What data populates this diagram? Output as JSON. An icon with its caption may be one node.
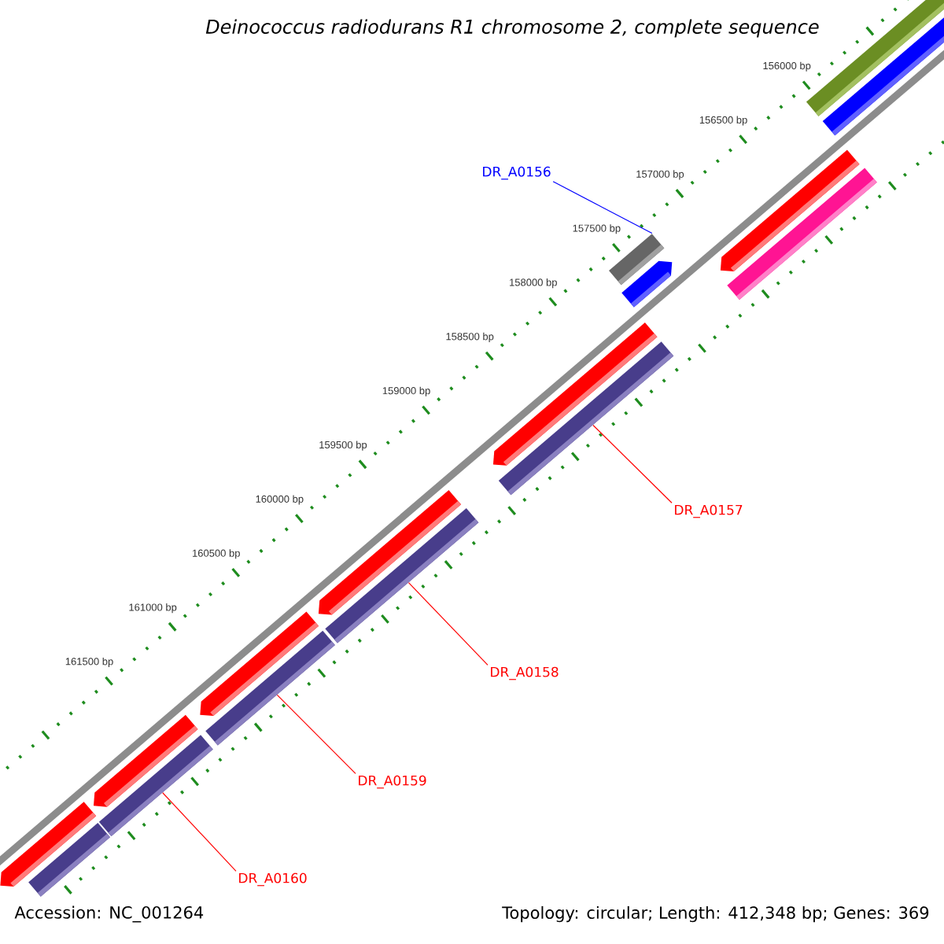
{
  "diagram": {
    "title": "Deinococcus radiodurans R1 chromosome 2, complete sequence",
    "nodes": [
      {
        "text": [
          "DR_A0156"
        ]
      },
      {
        "text": [],
        "shape": "bar"
      },
      {
        "text": [
          "DR_A0157"
        ]
      },
      {
        "text": [],
        "shape": "bar"
      },
      {
        "text": [
          "DR_A0158"
        ]
      },
      {
        "text": [],
        "shape": "bar"
      },
      {
        "text": [
          "DR_A0159"
        ]
      },
      {
        "text": [],
        "shape": "bar"
      },
      {
        "text": [
          "DR_A0160"
        ]
      },
      {
        "text": [],
        "shape": "bar"
      }
    ],
    "edges": [
      {
        "from": 0,
        "to": 1,
        "arrow": "none",
        "color": "#0000ff"
      },
      {
        "from": 2,
        "to": 3,
        "arrow": "none",
        "color": "#ff0000"
      },
      {
        "from": 4,
        "to": 5,
        "arrow": "none",
        "color": "#ff0000"
      },
      {
        "from": 6,
        "to": 7,
        "arrow": "none",
        "color": "#ff0000"
      },
      {
        "from": 8,
        "to": 9,
        "arrow": "none",
        "color": "#ff0000"
      }
    ],
    "labels": [
      "156000 bp",
      "156500 bp",
      "157000 bp",
      "157500 bp",
      "158000 bp",
      "158500 bp",
      "159000 bp",
      "159500 bp",
      "160000 bp",
      "160500 bp",
      "161000 bp",
      "161500 bp",
      "Accession: NC_001264",
      "Topology: circular; Length: 412,348 bp; Genes: 369"
    ]
  }
}
